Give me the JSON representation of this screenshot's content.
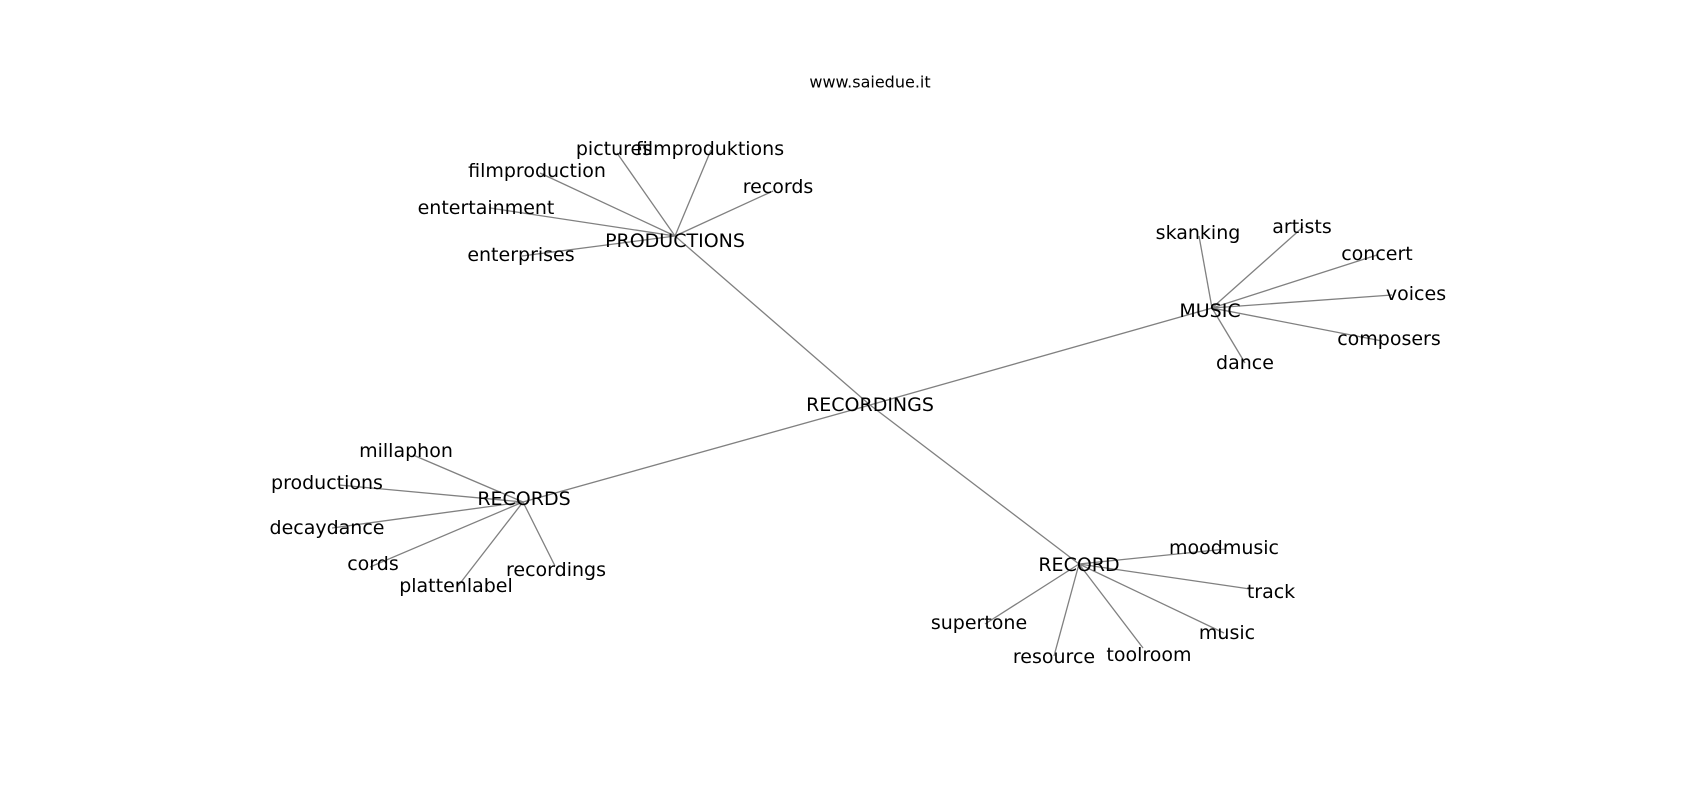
{
  "header": {
    "site": "www.saiedue.it"
  },
  "graph": {
    "root": "RECORDINGS",
    "hubs": [
      {
        "id": "PRODUCTIONS",
        "label": "PRODUCTIONS",
        "leaves": [
          "pictures",
          "filmproduktions",
          "filmproduction",
          "records",
          "entertainment",
          "enterprises"
        ]
      },
      {
        "id": "MUSIC",
        "label": "MUSIC",
        "leaves": [
          "skanking",
          "artists",
          "concert",
          "voices",
          "composers",
          "dance"
        ]
      },
      {
        "id": "RECORDS",
        "label": "RECORDS",
        "leaves": [
          "millaphon",
          "productions",
          "decaydance",
          "cords",
          "plattenlabel",
          "recordings"
        ]
      },
      {
        "id": "RECORD",
        "label": "RECORD",
        "leaves": [
          "moodmusic",
          "track",
          "supertone",
          "music",
          "resource",
          "toolroom"
        ]
      }
    ]
  }
}
